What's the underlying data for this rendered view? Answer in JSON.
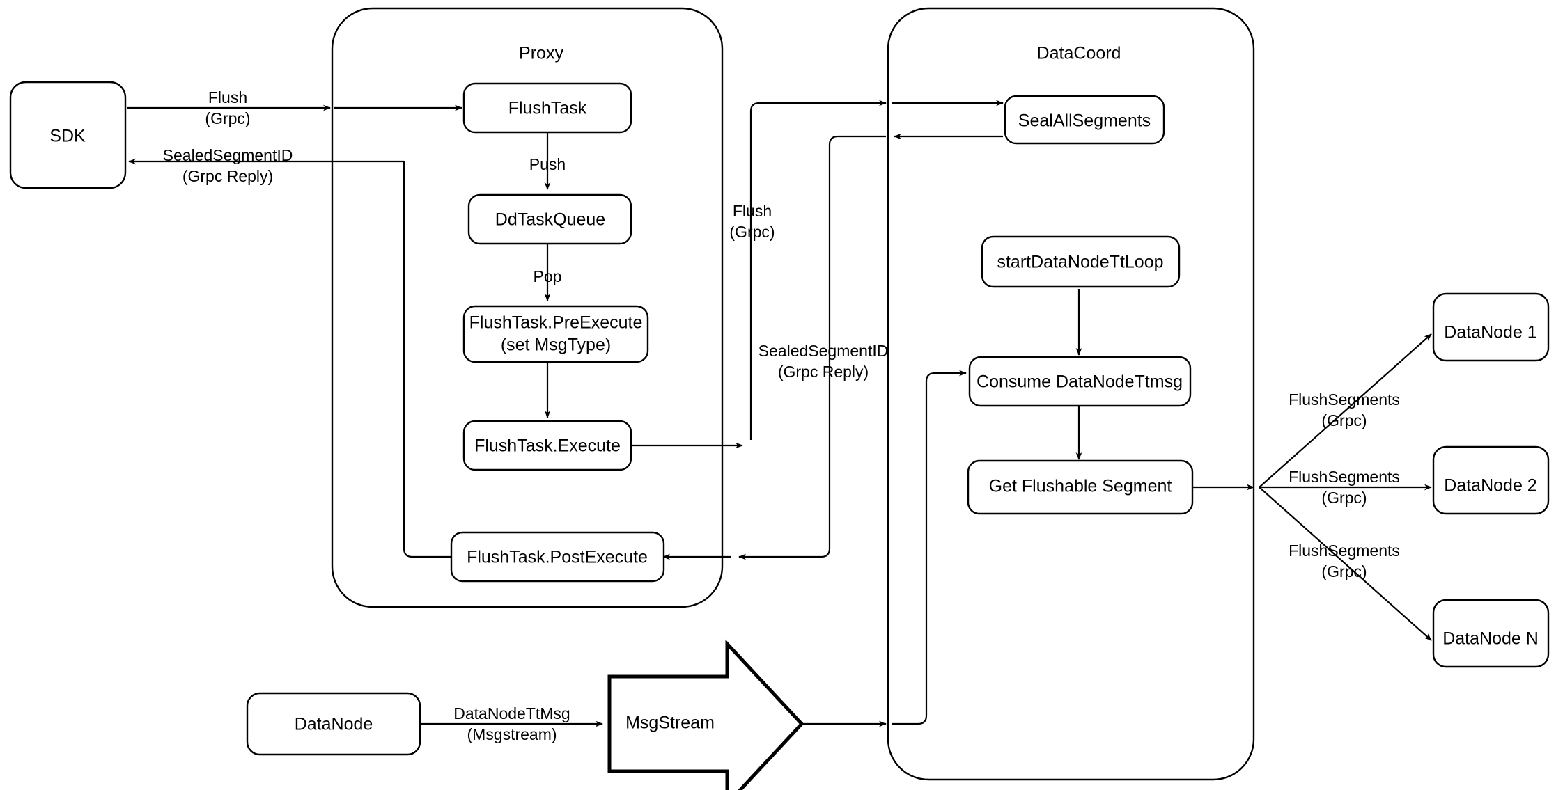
{
  "diagram": {
    "title_visible": false,
    "colors": {
      "stroke": "#000000",
      "fill": "#ffffff",
      "text": "#000000"
    },
    "containers": [
      {
        "id": "proxy",
        "label": "Proxy"
      },
      {
        "id": "datacoord",
        "label": "DataCoord"
      }
    ],
    "nodes": [
      {
        "id": "sdk",
        "label": "SDK"
      },
      {
        "id": "flushtask",
        "label": "FlushTask"
      },
      {
        "id": "ddtaskqueue",
        "label": "DdTaskQueue"
      },
      {
        "id": "preexecute_l1",
        "label": "FlushTask.PreExecute"
      },
      {
        "id": "preexecute_l2",
        "label": "(set MsgType)"
      },
      {
        "id": "execute",
        "label": "FlushTask.Execute"
      },
      {
        "id": "postexecute",
        "label": "FlushTask.PostExecute"
      },
      {
        "id": "sealallsegments",
        "label": "SealAllSegments"
      },
      {
        "id": "startttloop",
        "label": "startDataNodeTtLoop"
      },
      {
        "id": "consumettmsg",
        "label": "Consume DataNodeTtmsg"
      },
      {
        "id": "getflushable",
        "label": "Get Flushable Segment"
      },
      {
        "id": "datanode1",
        "label": "DataNode 1"
      },
      {
        "id": "datanode2",
        "label": "DataNode 2"
      },
      {
        "id": "datanoden",
        "label": "DataNode N"
      },
      {
        "id": "datanode_src",
        "label": "DataNode"
      },
      {
        "id": "msgstream",
        "label": "MsgStream"
      }
    ],
    "edge_labels": [
      {
        "id": "sdk_flush",
        "line1": "Flush",
        "line2": "(Grpc)"
      },
      {
        "id": "sdk_reply",
        "line1": "SealedSegmentID",
        "line2": "(Grpc Reply)"
      },
      {
        "id": "push",
        "line1": "Push",
        "line2": ""
      },
      {
        "id": "pop",
        "line1": "Pop",
        "line2": ""
      },
      {
        "id": "proxy_flush",
        "line1": "Flush",
        "line2": "(Grpc)"
      },
      {
        "id": "coord_reply",
        "line1": "SealedSegmentID",
        "line2": "(Grpc Reply)"
      },
      {
        "id": "ttmsg",
        "line1": "DataNodeTtMsg",
        "line2": "(Msgstream)"
      },
      {
        "id": "flushseg1",
        "line1": "FlushSegments",
        "line2": "(Grpc)"
      },
      {
        "id": "flushseg2",
        "line1": "FlushSegments",
        "line2": "(Grpc)"
      },
      {
        "id": "flushsegn",
        "line1": "FlushSegments",
        "line2": "(Grpc)"
      }
    ]
  }
}
